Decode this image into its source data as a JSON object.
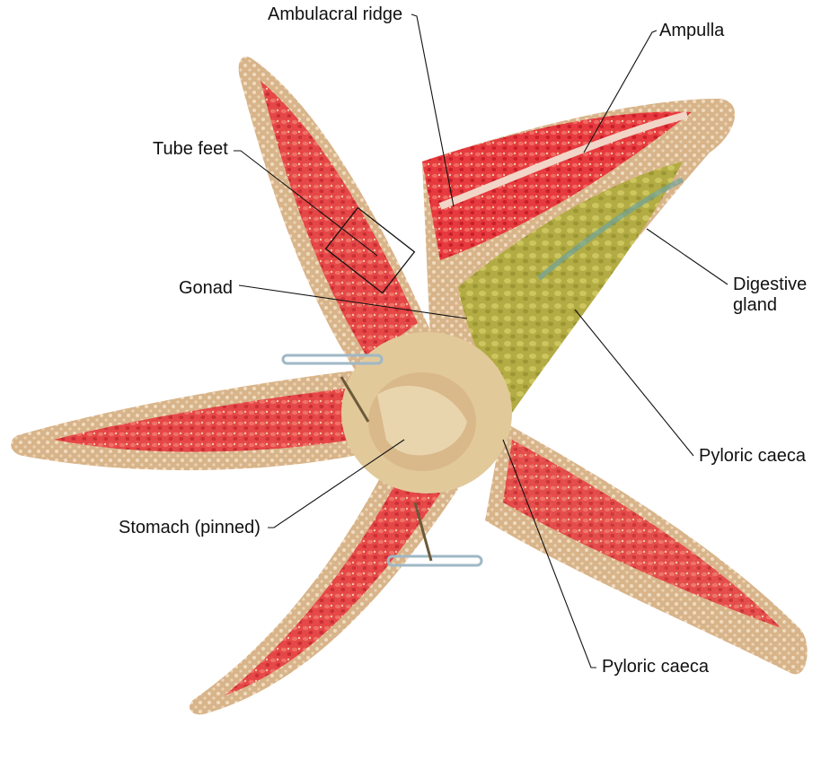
{
  "labels": {
    "ambulacral_ridge": "Ambulacral ridge",
    "ampulla": "Ampulla",
    "tube_feet": "Tube feet",
    "gonad": "Gonad",
    "digestive_gland_line1": "Digestive",
    "digestive_gland_line2": "gland",
    "pyloric_caeca_upper": "Pyloric caeca",
    "stomach": "Stomach (pinned)",
    "pyloric_caeca_lower": "Pyloric caeca"
  },
  "colors": {
    "arm_base": "#d9b98e",
    "arm_red": "#e5303a",
    "digestive_gland": "#b9b54a",
    "stomach": "#e4cfa2",
    "pin": "#9fb8c6"
  }
}
